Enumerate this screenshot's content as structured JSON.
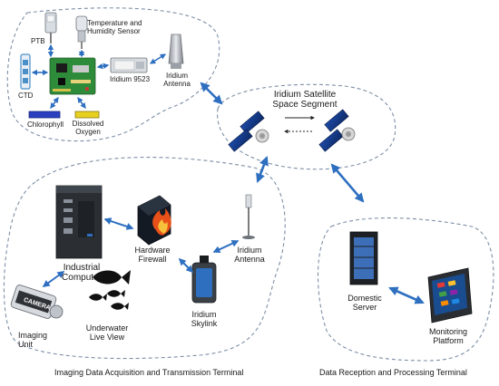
{
  "sensors": {
    "ptb": "PTB",
    "temp_humidity": [
      "Temperature and",
      "Humidity Sensor"
    ],
    "ctd": "CTD",
    "chlorophyll": "Chlorophyll",
    "dissolved_oxygen": [
      "Dissolved",
      "Oxygen"
    ],
    "iridium_modem": "Iridium 9523",
    "iridium_antenna_top": [
      "Iridium",
      "Antenna"
    ]
  },
  "satellite": {
    "title": [
      "Iridium Satellite",
      "Space Segment"
    ]
  },
  "imaging_terminal": {
    "industrial_computer": [
      "Industrial",
      "Computer"
    ],
    "hardware_firewall": [
      "Hardware",
      "Firewall"
    ],
    "iridium_antenna": [
      "Iridium",
      "Antenna"
    ],
    "iridium_skylink": [
      "Iridium",
      "Skylink"
    ],
    "imaging_unit": [
      "Imaging",
      "Unit"
    ],
    "underwater_live_view": [
      "Underwater",
      "Live View"
    ],
    "camera_text": "CAMERA",
    "caption": "Imaging Data Acquisition and Transmission Terminal"
  },
  "reception_terminal": {
    "domestic_server": [
      "Domestic",
      "Server"
    ],
    "monitoring_platform": [
      "Monitoring",
      "Platform"
    ],
    "caption": "Data Reception and Processing Terminal"
  },
  "colors": {
    "arrow": "#2e6fc0",
    "dashed_border": "#7d8fa6",
    "board_green": "#2e8b3a",
    "chlorophyll_bar": "#2b3fbf",
    "oxygen_bar": "#e8d020",
    "firewall_fire": "#e8501a"
  }
}
